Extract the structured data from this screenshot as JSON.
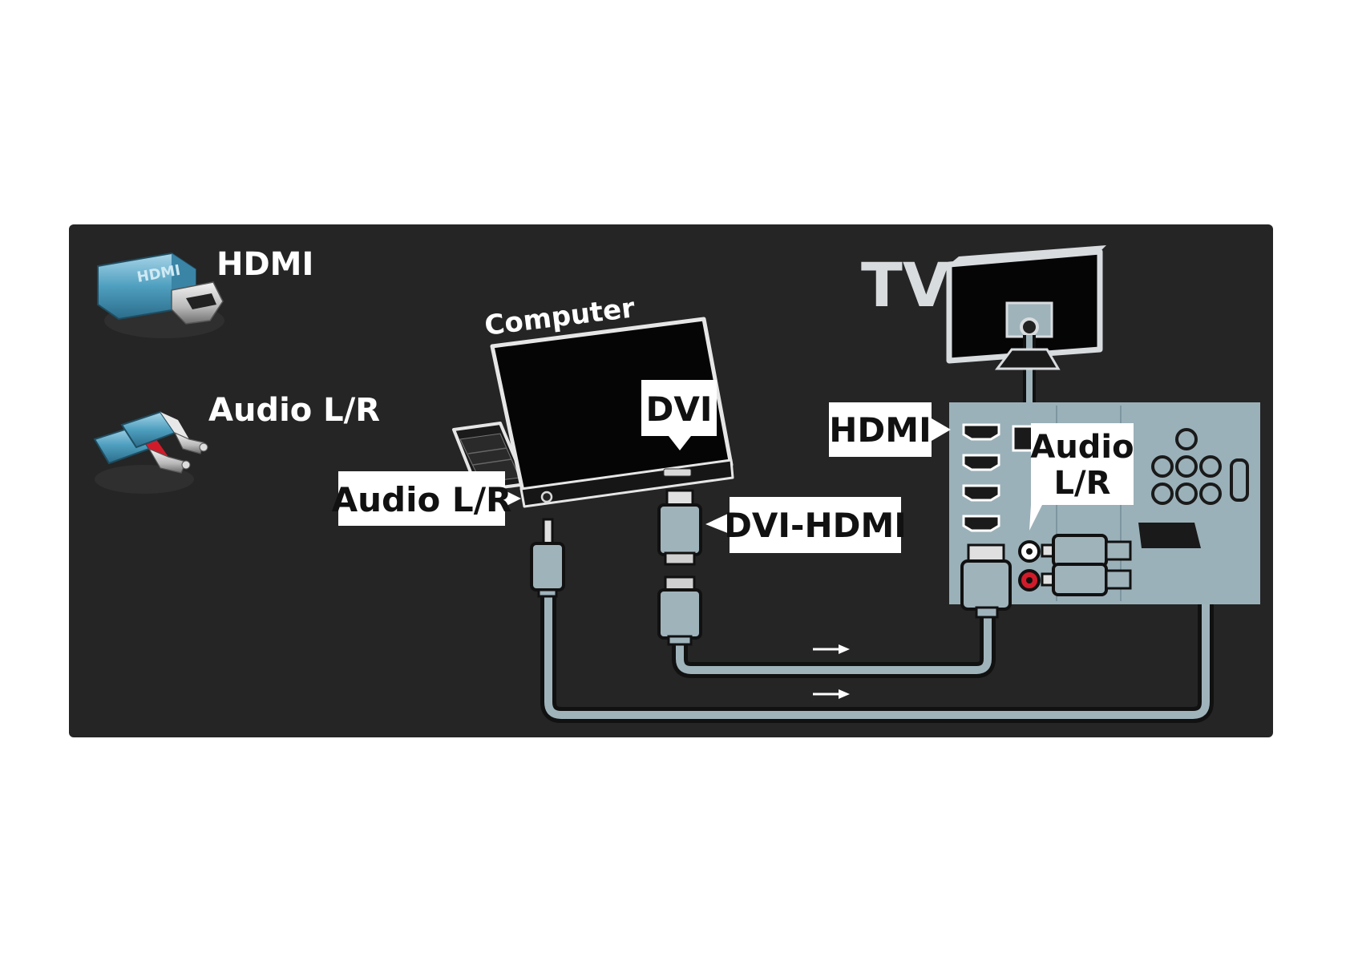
{
  "legend": {
    "hdmi_label": "HDMI",
    "audio_label": "Audio L/R",
    "hdmi_icon_text": "HDMI"
  },
  "computer": {
    "label": "Computer"
  },
  "tv": {
    "label": "TV"
  },
  "callouts": {
    "dvi": "DVI",
    "audio_computer": "Audio L/R",
    "dvi_hdmi": "DVI-HDMI",
    "hdmi_tv": "HDMI",
    "audio_tv_line1": "Audio",
    "audio_tv_line2": "L/R"
  },
  "colors": {
    "panel": "#252525",
    "cable": "#9fb3bb",
    "tv_panel": "#9bb1b9",
    "label_bg": "#ffffff",
    "audio_red": "#d01c2a"
  },
  "icons": {
    "hdmi_plug": "hdmi-plug-icon",
    "rca_plug": "rca-plug-icon",
    "laptop": "laptop-icon",
    "tv": "tv-icon"
  }
}
